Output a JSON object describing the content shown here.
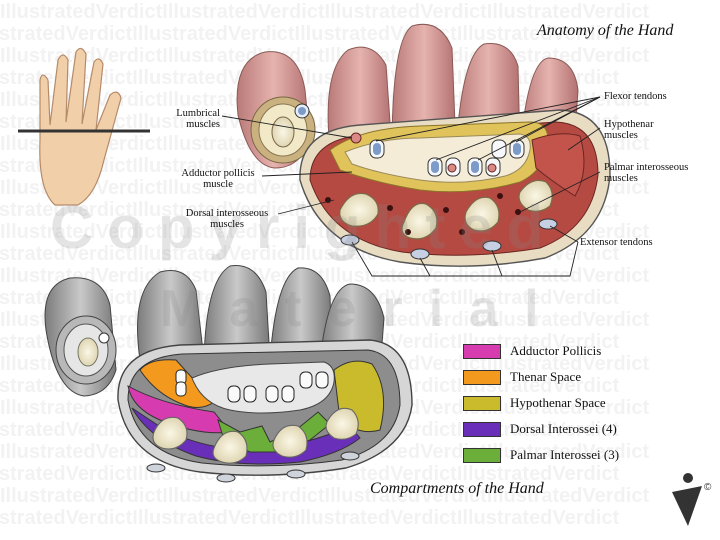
{
  "titles": {
    "top": "Anatomy of the Hand",
    "bottom": "Compartments of the Hand"
  },
  "labels": {
    "lumbrical": "Lumbrical\nmuscles",
    "adductor": "Adductor pollicis\nmuscle",
    "dorsal": "Dorsal interosseous\nmuscles",
    "flexor": "Flexor tendons",
    "hypothenar": "Hypothenar\nmuscles",
    "palmar": "Palmar interosseous\nmuscles",
    "extensor": "Extensor tendons"
  },
  "legend": [
    {
      "label": "Adductor Pollicis",
      "color": "#d63cb0"
    },
    {
      "label": "Thenar Space",
      "color": "#f39a1e"
    },
    {
      "label": "Hypothenar Space",
      "color": "#c9bb2c"
    },
    {
      "label": "Dorsal Interossei (4)",
      "color": "#6a2fb8"
    },
    {
      "label": "Palmar Interossei (3)",
      "color": "#6cae3a"
    }
  ],
  "watermark": {
    "brand": "IllustratedVerdict",
    "overlay": "Copyrighted Material"
  },
  "logo": {
    "copyright": "©"
  }
}
